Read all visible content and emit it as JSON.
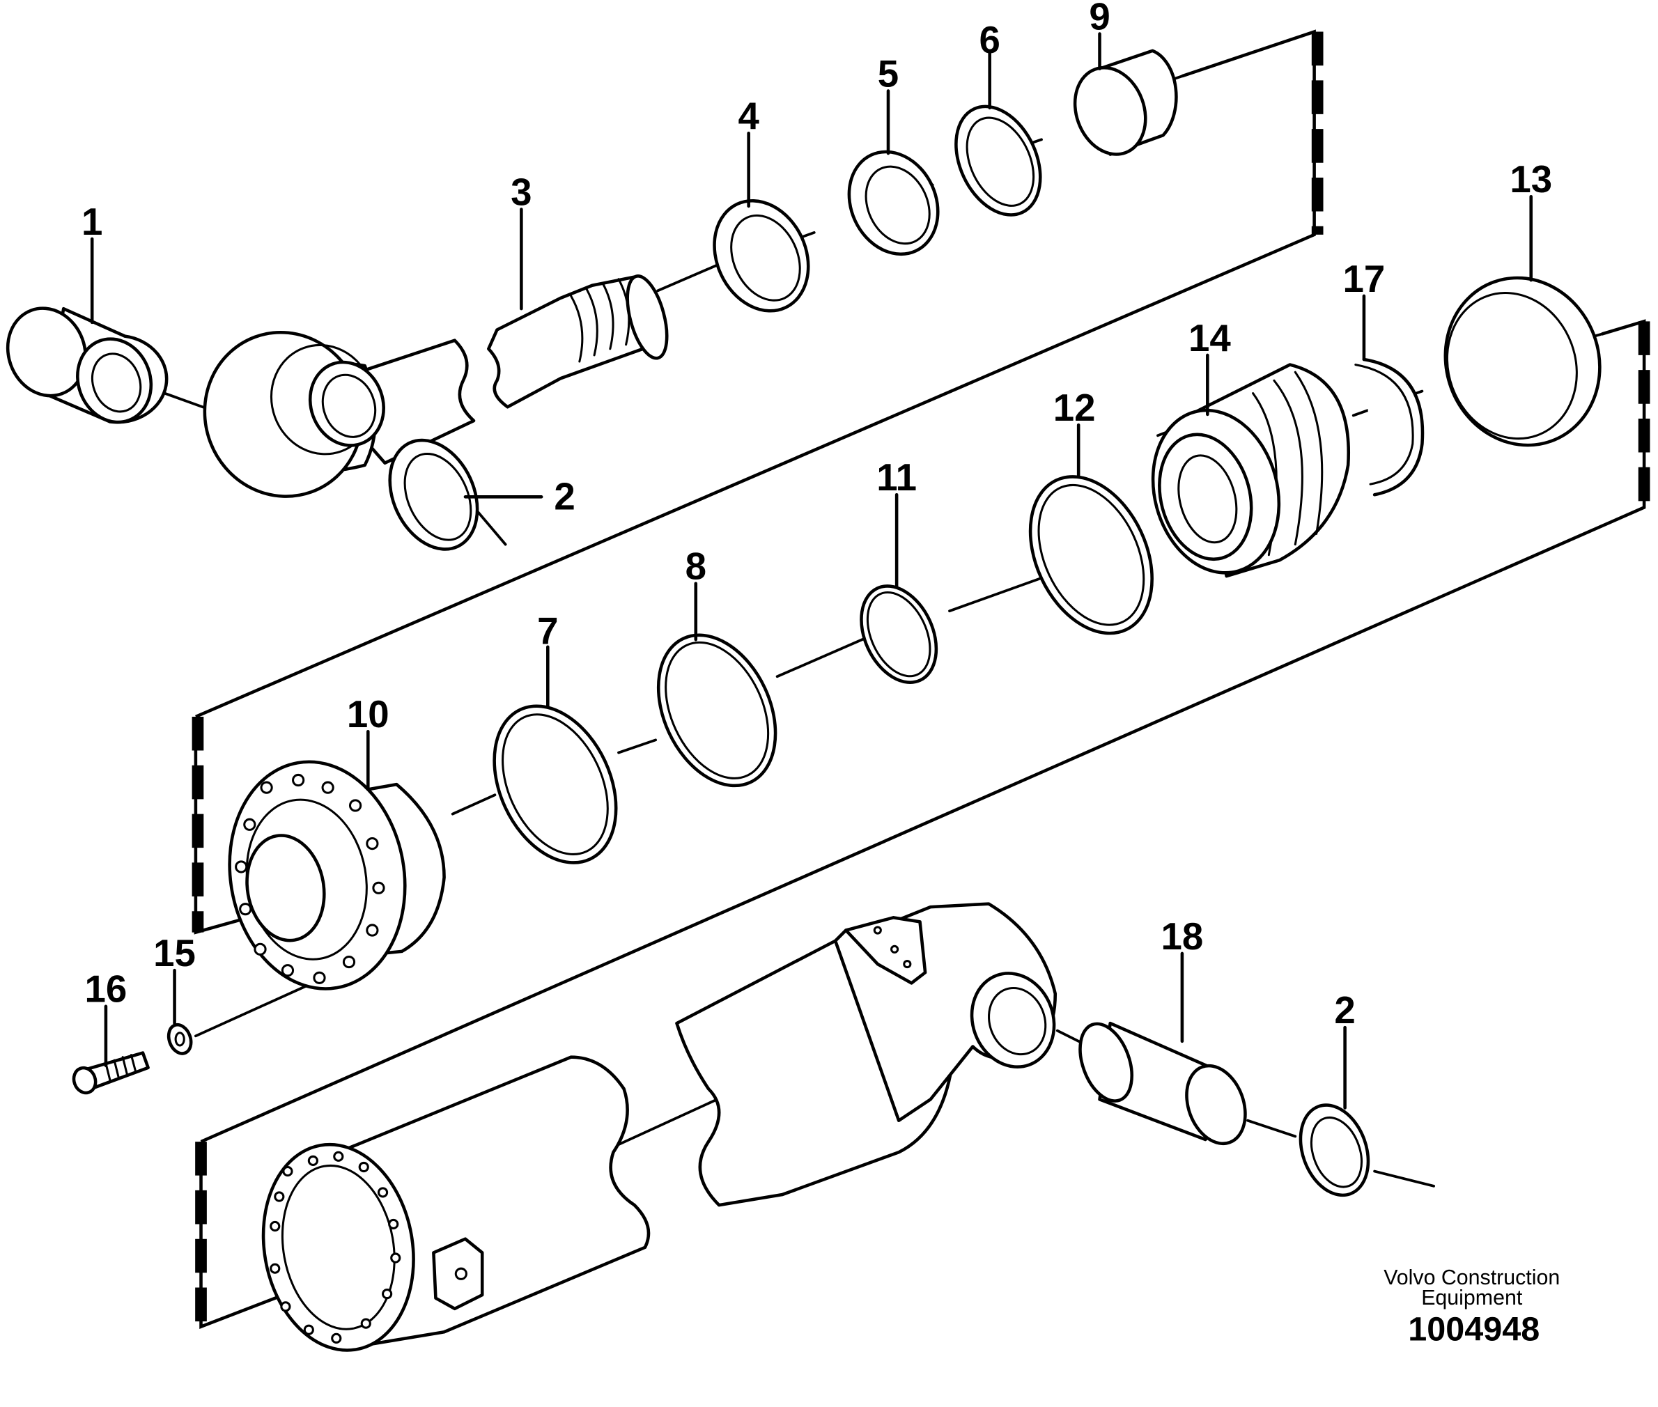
{
  "diagram": {
    "part_numbers": {
      "p1": "1",
      "p2a": "2",
      "p2b": "2",
      "p3": "3",
      "p4": "4",
      "p5": "5",
      "p6": "6",
      "p7": "7",
      "p8": "8",
      "p9": "9",
      "p10": "10",
      "p11": "11",
      "p12": "12",
      "p13": "13",
      "p14": "14",
      "p15": "15",
      "p16": "16",
      "p17": "17",
      "p18": "18"
    },
    "credit": {
      "line1": "Volvo Construction",
      "line2": "Equipment",
      "doc_number": "1004948"
    }
  }
}
